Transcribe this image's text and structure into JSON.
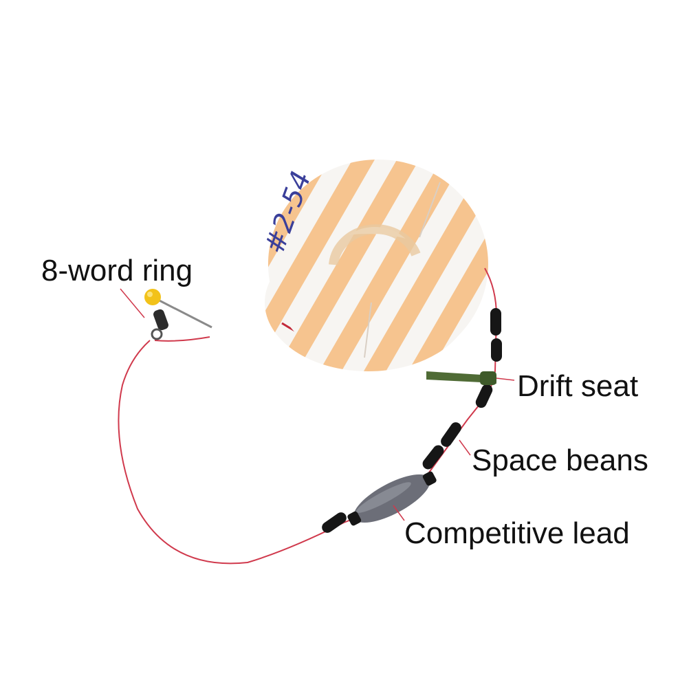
{
  "spool_marking": "#2-54",
  "labels": {
    "swivel": "8-word ring",
    "drift_seat": "Drift seat",
    "space_beans": "Space beans",
    "lead": "Competitive lead"
  },
  "colors": {
    "line": "#d0394c",
    "foam_orange": "#f6c48f",
    "foam_white": "#f7f5f2",
    "bead": "#161616",
    "drift_seat": "#4f6b35",
    "lead": "#6c6e78",
    "ball": "#f2c21a"
  }
}
